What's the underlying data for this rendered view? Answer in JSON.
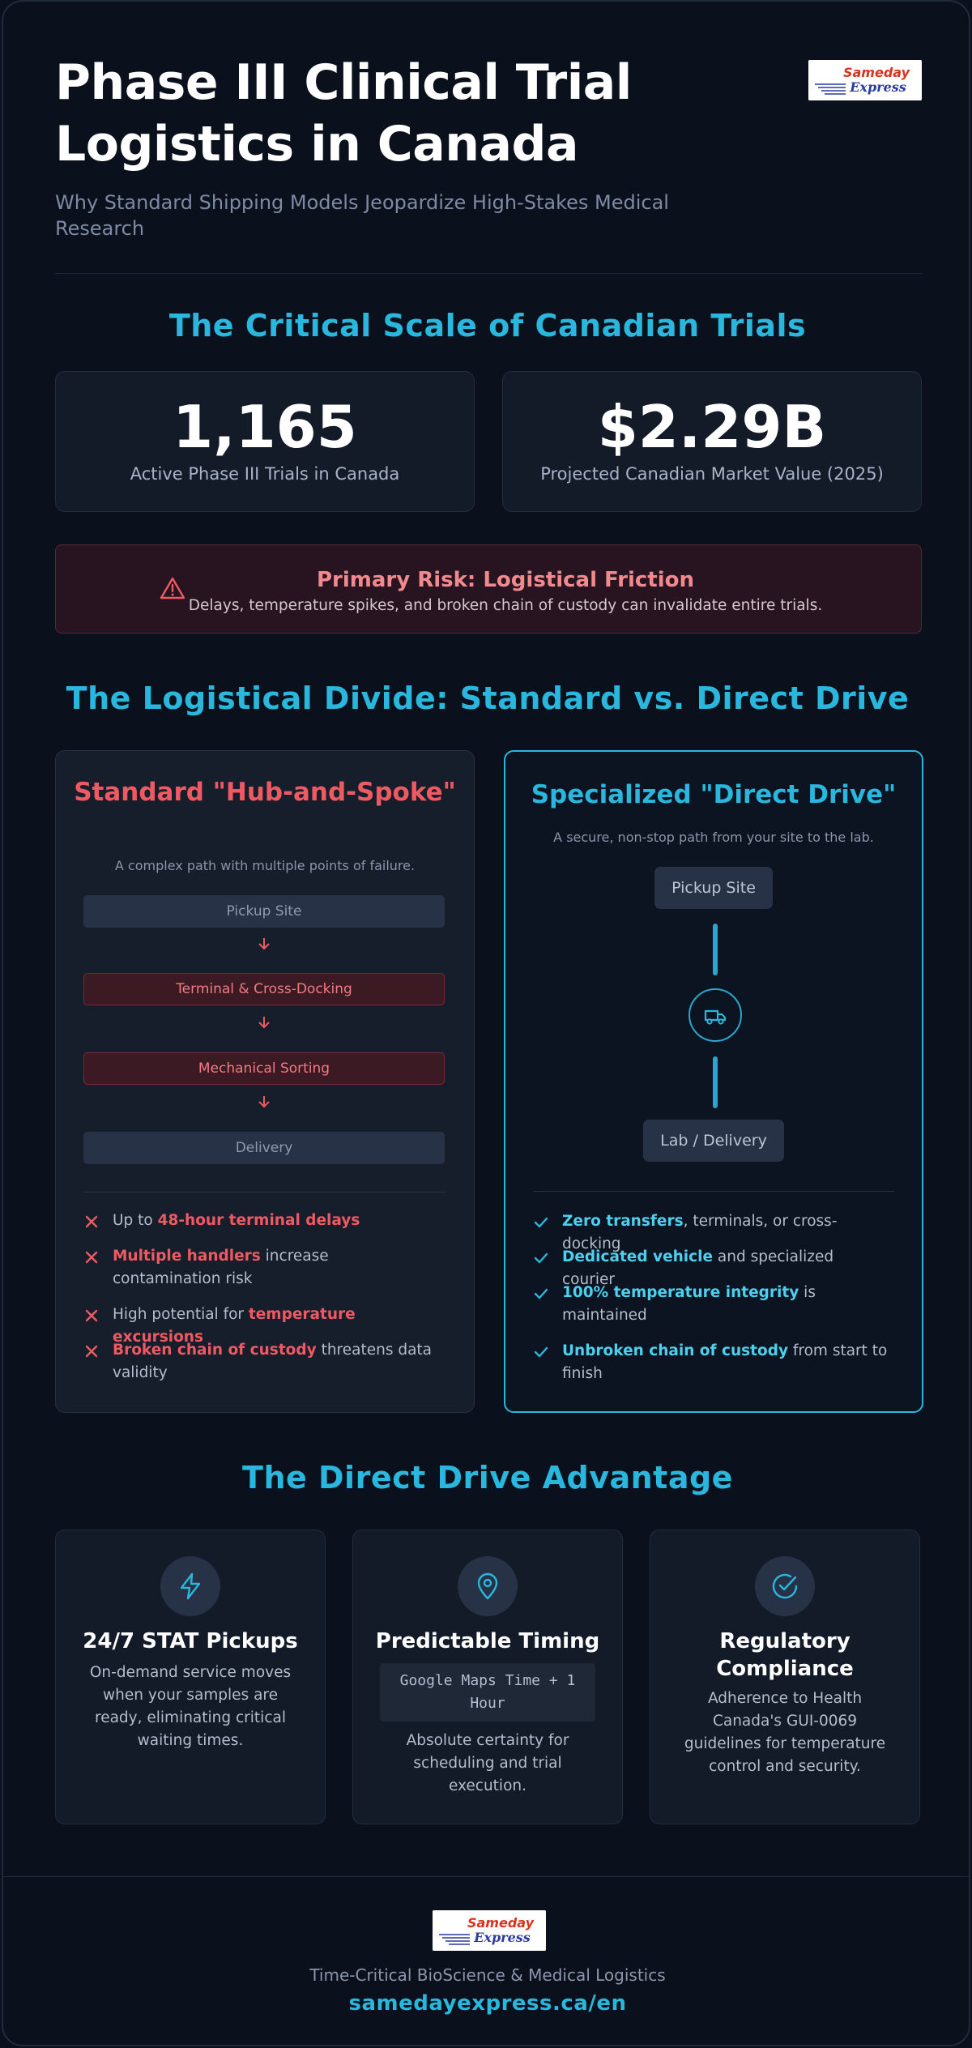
{
  "header": {
    "title": "Phase III Clinical Trial Logistics in Canada",
    "subtitle": "Why Standard Shipping Models Jeopardize High-Stakes Medical Research",
    "logo_text_top": "Sameday",
    "logo_text_bottom": "Express"
  },
  "scale": {
    "title": "The Critical Scale of Canadian Trials",
    "stats": [
      {
        "value": "1,165",
        "label": "Active Phase III Trials in Canada"
      },
      {
        "value": "$2.29B",
        "label": "Projected Canadian Market Value (2025)"
      }
    ],
    "risk": {
      "title": "Primary Risk: Logistical Friction",
      "text": "Delays, temperature spikes, and broken chain of custody can invalidate entire trials."
    }
  },
  "divide": {
    "title": "The Logistical Divide: Standard vs. Direct Drive",
    "standard": {
      "title": "Standard \"Hub-and-Spoke\"",
      "desc": "A complex path with multiple points of failure.",
      "flow": [
        "Pickup Site",
        "Terminal & Cross-Docking",
        "Mechanical Sorting",
        "Delivery"
      ],
      "points": [
        {
          "pre": "Up to ",
          "hl": "48-hour terminal delays",
          "post": ""
        },
        {
          "pre": "",
          "hl": "Multiple handlers",
          "post": " increase contamination risk"
        },
        {
          "pre": "High potential for ",
          "hl": "temperature excursions",
          "post": ""
        },
        {
          "pre": "",
          "hl": "Broken chain of custody",
          "post": " threatens data validity"
        }
      ]
    },
    "direct": {
      "title": "Specialized \"Direct Drive\"",
      "desc": "A secure, non-stop path from your site to the lab.",
      "start": "Pickup Site",
      "end": "Lab / Delivery",
      "points": [
        {
          "pre": "",
          "hl": "Zero transfers",
          "post": ", terminals, or cross-docking"
        },
        {
          "pre": "",
          "hl": "Dedicated vehicle",
          "post": " and specialized courier"
        },
        {
          "pre": "",
          "hl": "100% temperature integrity",
          "post": " is maintained"
        },
        {
          "pre": "",
          "hl": "Unbroken chain of custody",
          "post": " from start to finish"
        }
      ]
    }
  },
  "advantage": {
    "title": "The Direct Drive Advantage",
    "cards": [
      {
        "icon": "lightning-icon",
        "title": "24/7 STAT Pickups",
        "text": "On-demand service moves when your samples are ready, eliminating critical waiting times."
      },
      {
        "icon": "map-pin-icon",
        "title": "Predictable Timing",
        "code": "Google Maps Time + 1 Hour",
        "text": "Absolute certainty for scheduling and trial execution."
      },
      {
        "icon": "check-circle-icon",
        "title": "Regulatory Compliance",
        "text": "Adherence to Health Canada's GUI-0069 guidelines for temperature control and security."
      }
    ]
  },
  "footer": {
    "tagline": "Time-Critical BioScience & Medical Logistics",
    "url": "samedayexpress.ca/en"
  },
  "colors": {
    "background": "#0b111c",
    "accent": "#2ab7dd",
    "danger": "#ef5a62",
    "card": "#131b29"
  }
}
